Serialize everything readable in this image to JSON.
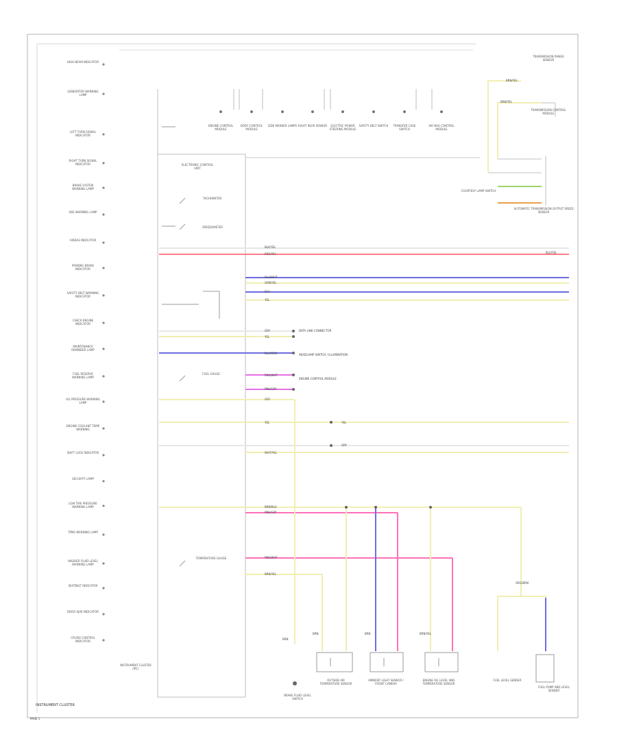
{
  "diagram": {
    "footer_title": "INSTRUMENT CLUSTER",
    "page_number": "PAGE 1",
    "cluster_block_label": "INSTRUMENT CLUSTER (IPC)",
    "cluster_lamps": [
      "HIGH BEAM INDICATOR",
      "GENERATOR WARNING LAMP",
      "LEFT TURN SIGNAL INDICATOR",
      "RIGHT TURN SIGNAL INDICATOR",
      "BRAKE SYSTEM WARNING LAMP",
      "ABS WARNING LAMP",
      "AIRBAG INDICATOR",
      "PARKING BRAKE INDICATOR",
      "SAFETY BELT WARNING INDICATOR",
      "CHECK ENGINE INDICATOR",
      "MAINTENANCE REMINDER LAMP",
      "FUEL RESERVE WARNING LAMP",
      "OIL PRESSURE WARNING LAMP",
      "ENGINE COOLANT TEMP WARNING",
      "SHIFT LOCK INDICATOR",
      "SECURITY LAMP",
      "LOW TIRE PRESSURE WARNING LAMP",
      "TPMS WARNING LAMP",
      "WASHER FLUID LEVEL WARNING LAMP",
      "SEATBELT INDICATOR",
      "DOOR AJAR INDICATOR",
      "CRUISE CONTROL INDICATOR"
    ],
    "top_components": [
      "ENGINE CONTROL MODULE",
      "BODY CONTROL MODULE",
      "SIDE MARKER LAMPS",
      "RIGHT REAR SENSOR",
      "ELECTRIC POWER STEERING MODULE",
      "SAFETY BELT SWITCH",
      "TRANSFER CASE SWITCH",
      "AIR BAG CONTROL MODULE"
    ],
    "internal_labels": [
      "ELECTRONIC CONTROL UNIT",
      "TACHOMETER",
      "SPEEDOMETER",
      "FUEL GAUGE",
      "TEMPERATURE GAUGE"
    ],
    "right_components": [
      "TRANSMISSION RANGE SENSOR",
      "TRANSMISSION CONTROL MODULE",
      "COURTESY LAMP SWITCH",
      "AUTOMATIC TRANSMISSION OUTPUT SPEED SENSOR"
    ],
    "mid_components": [
      "DATA LINK CONNECTOR",
      "HEADLAMP SWITCH / ILLUMINATION",
      "ENGINE CONTROL MODULE"
    ],
    "bottom_components": [
      "BRAKE FLUID LEVEL SWITCH",
      "OUTSIDE AIR TEMPERATURE SENSOR",
      "AMBIENT LIGHT SENSOR / FRONT CAMERA",
      "ENGINE OIL LEVEL AND TEMPERATURE SENSOR",
      "FUEL LEVEL SENDER",
      "FUEL PUMP AND LEVEL SENDER"
    ],
    "wire_labels": [
      "BLK/YEL",
      "RED/YEL",
      "BLU/WHT",
      "GRN/YEL",
      "BLU",
      "YEL",
      "GRY",
      "YEL",
      "BLU/GRN",
      "PNK/WHT",
      "PNK/GRY",
      "GRY",
      "YEL",
      "YEL",
      "GRY",
      "WHT/YEL",
      "BRN/BLU",
      "PNK/GRY",
      "PNK/WHT",
      "BRN/YEL",
      "BRN",
      "BRN",
      "BRN",
      "BRN/YEL",
      "ORG/BRN",
      "BLU/YEL",
      "BRN/YEL",
      "BRN/YEL"
    ],
    "colors": {
      "yellow": "#f1eeb3",
      "red": "#ff7b86",
      "blue": "#6d6bdf",
      "pink": "#ff6fb9",
      "magenta": "#e56fe6",
      "orange": "#e8a04a",
      "green": "#9bd36b",
      "gray": "#bbbbbb"
    }
  }
}
